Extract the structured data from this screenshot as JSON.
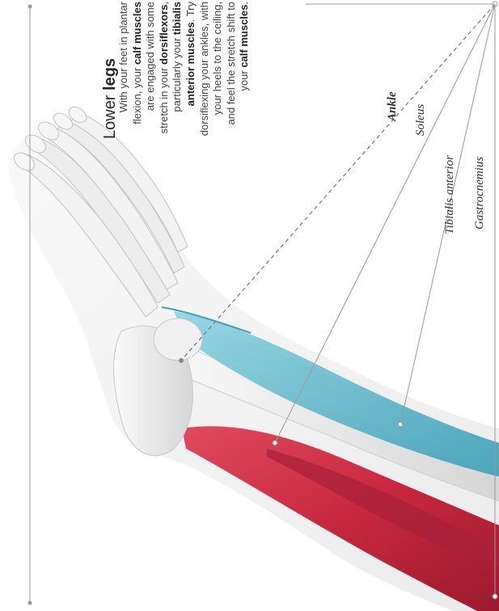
{
  "heading": {
    "prefix": "Lower ",
    "bold": "legs"
  },
  "body_lines": [
    [
      {
        "t": "With your feet in plantar"
      }
    ],
    [
      {
        "t": "flexion, your "
      },
      {
        "t": "calf muscles",
        "b": true
      }
    ],
    [
      {
        "t": "are engaged with some"
      }
    ],
    [
      {
        "t": "stretch in your "
      },
      {
        "t": "dorsiflexors",
        "b": true
      },
      {
        "t": ","
      }
    ],
    [
      {
        "t": "particularly your "
      },
      {
        "t": "tibialis",
        "b": true
      }
    ],
    [
      {
        "t": "anterior muscles",
        "b": true
      },
      {
        "t": ". Try"
      }
    ],
    [
      {
        "t": "dorsiflexing your ankles, with"
      }
    ],
    [
      {
        "t": "your heels to the ceiling,"
      }
    ],
    [
      {
        "t": "and feel the stretch shift to"
      }
    ],
    [
      {
        "t": "your "
      },
      {
        "t": "calf muscles",
        "b": true
      },
      {
        "t": "."
      }
    ]
  ],
  "labels": {
    "ankle": "Ankle",
    "soleus": "Soleus",
    "tibialis_anterior": "Tibialis anterior",
    "gastrocnemius": "Gastrocnemius"
  },
  "colors": {
    "muscle_red": "#c8283f",
    "muscle_blue": "#5cb8cc",
    "bone": "#ececec",
    "skin": "#e8e8e8"
  }
}
